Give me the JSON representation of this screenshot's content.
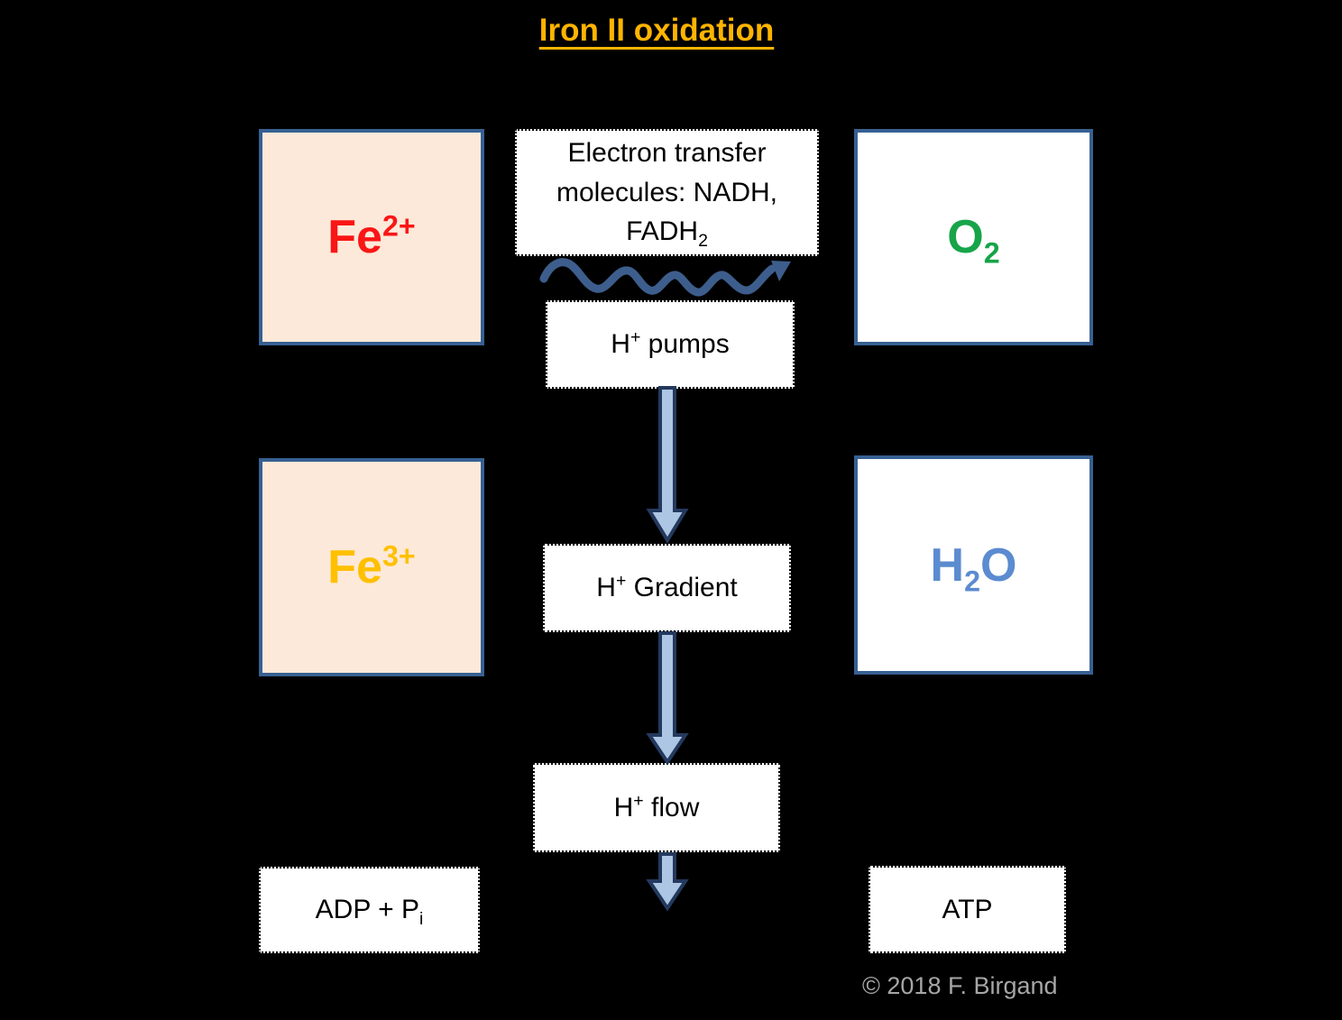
{
  "title": {
    "text": "Iron II oxidation"
  },
  "boxes": {
    "fe2": {
      "base": "Fe",
      "sup": "2+"
    },
    "electron": {
      "text": "Electron transfer molecules: NADH, FADH",
      "sub": "2"
    },
    "o2": {
      "base": "O",
      "sub": "2"
    },
    "h_pumps": {
      "base": "H",
      "sup": "+",
      "rest": " pumps"
    },
    "fe3": {
      "base": "Fe",
      "sup": "3+"
    },
    "h_gradient": {
      "base": "H",
      "sup": "+",
      "rest": " Gradient"
    },
    "h2o": {
      "h": "H",
      "sub": "2",
      "o": "O"
    },
    "h_flow": {
      "base": "H",
      "sup": "+",
      "rest": " flow"
    },
    "adp": {
      "base": "ADP + P",
      "sub": "i"
    },
    "atp": {
      "text": "ATP"
    }
  },
  "footer": {
    "copyright": "© 2018 F. Birgand"
  },
  "colors": {
    "background": "#000000",
    "title_gold": "#FFB400",
    "fe2_red": "#F91616",
    "fe3_gold": "#FFC000",
    "o2_green": "#17A449",
    "h2o_blue": "#5B8BD0",
    "box_border_blue": "#376092",
    "box_fill_peach": "#FDE9D9",
    "arrow_fill": "#ADC6E3",
    "arrow_stroke": "#24395E",
    "wavy_arrow": "#3D5E8C",
    "copyright_gray": "#A6A6A6"
  }
}
